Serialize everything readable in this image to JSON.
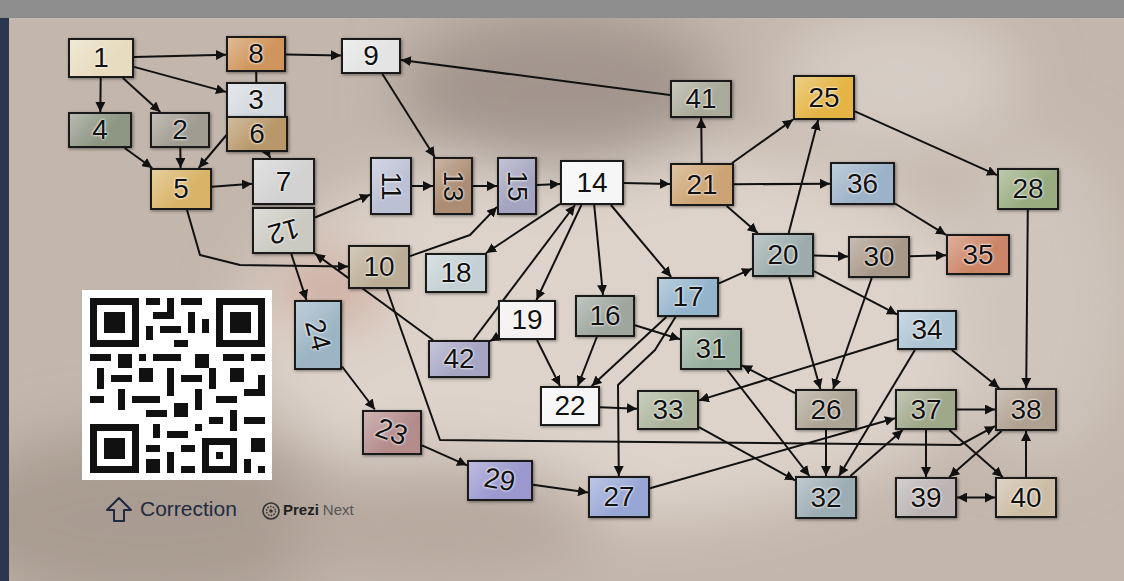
{
  "diagram": {
    "nodes": [
      {
        "text": [
          "1"
        ]
      },
      {
        "text": [
          "2"
        ]
      },
      {
        "text": [
          "3"
        ]
      },
      {
        "text": [
          "4"
        ]
      },
      {
        "text": [
          "5"
        ]
      },
      {
        "text": [
          "6"
        ]
      },
      {
        "text": [
          "7"
        ]
      },
      {
        "text": [
          "8"
        ]
      },
      {
        "text": [
          "9"
        ]
      },
      {
        "text": [
          "10"
        ]
      },
      {
        "text": [
          "11"
        ]
      },
      {
        "text": [
          "12"
        ]
      },
      {
        "text": [
          "13"
        ]
      },
      {
        "text": [
          "14"
        ]
      },
      {
        "text": [
          "15"
        ]
      },
      {
        "text": [
          "16"
        ]
      },
      {
        "text": [
          "17"
        ]
      },
      {
        "text": [
          "18"
        ]
      },
      {
        "text": [
          "19"
        ]
      },
      {
        "text": [
          "20"
        ]
      },
      {
        "text": [
          "21"
        ]
      },
      {
        "text": [
          "22"
        ]
      },
      {
        "text": [
          "23"
        ]
      },
      {
        "text": [
          "24"
        ]
      },
      {
        "text": [
          "25"
        ]
      },
      {
        "text": [
          "26"
        ]
      },
      {
        "text": [
          "27"
        ]
      },
      {
        "text": [
          "28"
        ]
      },
      {
        "text": [
          "29"
        ]
      },
      {
        "text": [
          "30"
        ]
      },
      {
        "text": [
          "31"
        ]
      },
      {
        "text": [
          "32"
        ]
      },
      {
        "text": [
          "33"
        ]
      },
      {
        "text": [
          "34"
        ]
      },
      {
        "text": [
          "35"
        ]
      },
      {
        "text": [
          "36"
        ]
      },
      {
        "text": [
          "37"
        ]
      },
      {
        "text": [
          "38"
        ]
      },
      {
        "text": [
          "39"
        ]
      },
      {
        "text": [
          "40"
        ]
      },
      {
        "text": [
          "41"
        ]
      },
      {
        "text": [
          "42"
        ]
      }
    ],
    "edges": [
      {
        "from": 0,
        "to": 7,
        "arrow": "to"
      },
      {
        "from": 0,
        "to": 2,
        "arrow": "to"
      },
      {
        "from": 0,
        "to": 1,
        "arrow": "to"
      },
      {
        "from": 0,
        "to": 3,
        "arrow": "to"
      },
      {
        "from": 7,
        "to": 8,
        "arrow": "to"
      },
      {
        "from": 7,
        "to": 5,
        "arrow": "to"
      },
      {
        "from": 8,
        "to": 12,
        "arrow": "to"
      },
      {
        "from": 3,
        "to": 4,
        "arrow": "to"
      },
      {
        "from": 1,
        "to": 4,
        "arrow": "to"
      },
      {
        "from": 2,
        "to": 4,
        "arrow": "to"
      },
      {
        "from": 5,
        "to": 6,
        "arrow": "to"
      },
      {
        "from": 4,
        "to": 6,
        "arrow": "to"
      },
      {
        "from": 4,
        "to": 9,
        "arrow": "to"
      },
      {
        "from": 11,
        "to": 10,
        "arrow": "to"
      },
      {
        "from": 10,
        "to": 12,
        "arrow": "to"
      },
      {
        "from": 12,
        "to": 14,
        "arrow": "to"
      },
      {
        "from": 14,
        "to": 13,
        "arrow": "to"
      },
      {
        "from": 9,
        "to": 14,
        "arrow": "to"
      },
      {
        "from": 9,
        "to": 37,
        "arrow": "to"
      },
      {
        "from": 13,
        "to": 20,
        "arrow": "to"
      },
      {
        "from": 20,
        "to": 40,
        "arrow": "to"
      },
      {
        "from": 40,
        "to": 8,
        "arrow": "to"
      },
      {
        "from": 20,
        "to": 24,
        "arrow": "to"
      },
      {
        "from": 20,
        "to": 35,
        "arrow": "to"
      },
      {
        "from": 20,
        "to": 19,
        "arrow": "to"
      },
      {
        "from": 13,
        "to": 17,
        "arrow": "to"
      },
      {
        "from": 13,
        "to": 18,
        "arrow": "to"
      },
      {
        "from": 13,
        "to": 15,
        "arrow": "to"
      },
      {
        "from": 13,
        "to": 16,
        "arrow": "to"
      },
      {
        "from": 41,
        "to": 13,
        "arrow": "to"
      },
      {
        "from": 41,
        "to": 11,
        "arrow": "to"
      },
      {
        "from": 18,
        "to": 41,
        "arrow": "to"
      },
      {
        "from": 18,
        "to": 21,
        "arrow": "to"
      },
      {
        "from": 15,
        "to": 21,
        "arrow": "to"
      },
      {
        "from": 16,
        "to": 21,
        "arrow": "to"
      },
      {
        "from": 15,
        "to": 30,
        "arrow": "to"
      },
      {
        "from": 16,
        "to": 26,
        "arrow": "to"
      },
      {
        "from": 16,
        "to": 19,
        "arrow": "to"
      },
      {
        "from": 21,
        "to": 32,
        "arrow": "to"
      },
      {
        "from": 32,
        "to": 31,
        "arrow": "to"
      },
      {
        "from": 30,
        "to": 31,
        "arrow": "to"
      },
      {
        "from": 25,
        "to": 30,
        "arrow": "to"
      },
      {
        "from": 19,
        "to": 25,
        "arrow": "to"
      },
      {
        "from": 19,
        "to": 29,
        "arrow": "to"
      },
      {
        "from": 29,
        "to": 34,
        "arrow": "to"
      },
      {
        "from": 35,
        "to": 34,
        "arrow": "to"
      },
      {
        "from": 19,
        "to": 24,
        "arrow": "to"
      },
      {
        "from": 19,
        "to": 33,
        "arrow": "to"
      },
      {
        "from": 29,
        "to": 25,
        "arrow": "to"
      },
      {
        "from": 33,
        "to": 32,
        "arrow": "to"
      },
      {
        "from": 33,
        "to": 37,
        "arrow": "to"
      },
      {
        "from": 33,
        "to": 31,
        "arrow": "to"
      },
      {
        "from": 25,
        "to": 31,
        "arrow": "to"
      },
      {
        "from": 31,
        "to": 36,
        "arrow": "to"
      },
      {
        "from": 26,
        "to": 36,
        "arrow": "to"
      },
      {
        "from": 36,
        "to": 37,
        "arrow": "to"
      },
      {
        "from": 36,
        "to": 38,
        "arrow": "to"
      },
      {
        "from": 36,
        "to": 39,
        "arrow": "to"
      },
      {
        "from": 39,
        "to": 37,
        "arrow": "to"
      },
      {
        "from": 37,
        "to": 38,
        "arrow": "to"
      },
      {
        "from": 38,
        "to": 39,
        "arrow": "both"
      },
      {
        "from": 24,
        "to": 27,
        "arrow": "to"
      },
      {
        "from": 27,
        "to": 37,
        "arrow": "to"
      },
      {
        "from": 22,
        "to": 28,
        "arrow": "to"
      },
      {
        "from": 28,
        "to": 26,
        "arrow": "to"
      },
      {
        "from": 23,
        "to": 22,
        "arrow": "to"
      },
      {
        "from": 11,
        "to": 23,
        "arrow": "to"
      }
    ],
    "labels": [
      "Correction",
      "Prezi",
      "Next"
    ]
  }
}
